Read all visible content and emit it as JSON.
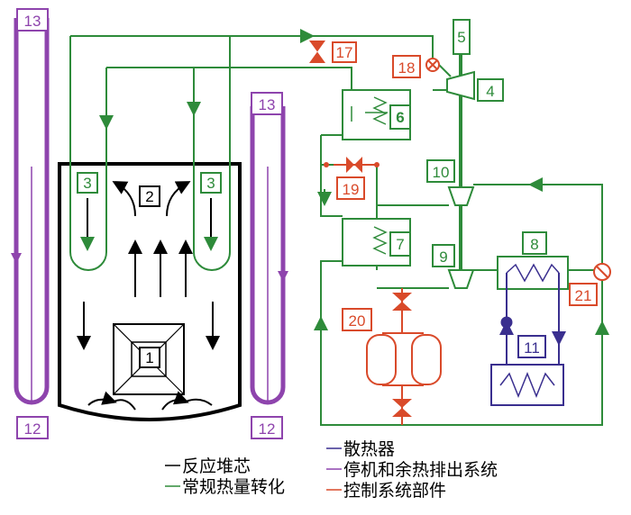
{
  "labels": {
    "n1": "1",
    "n2": "2",
    "n3": "3",
    "n4": "4",
    "n5": "5",
    "n6": "6",
    "n7": "7",
    "n8": "8",
    "n9": "9",
    "n10": "10",
    "n11": "11",
    "n12": "12",
    "n13": "13",
    "n17": "17",
    "n18": "18",
    "n19": "19",
    "n20": "20",
    "n21": "21"
  },
  "legend": [
    {
      "text": "反应堆芯",
      "color": "#000000"
    },
    {
      "text": "常规热量转化",
      "color": "#2e8b3a"
    },
    {
      "text": "散热器",
      "color": "#3a2f8f"
    },
    {
      "text": "停机和余热排出系统",
      "color": "#8e44ad"
    },
    {
      "text": "控制系统部件",
      "color": "#d94a2a"
    }
  ],
  "colors": {
    "core": "#000000",
    "green": "#2e8b3a",
    "purple": "#8e44ad",
    "blue": "#3a2f8f",
    "red": "#d94a2a"
  }
}
